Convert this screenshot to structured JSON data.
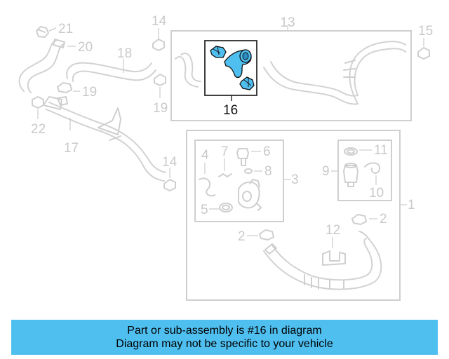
{
  "diagram": {
    "highlight_color": "#4fbff0",
    "highlighted_part": "16",
    "callouts": {
      "c1": "1",
      "c2a": "2",
      "c2b": "2",
      "c3": "3",
      "c4": "4",
      "c5": "5",
      "c6": "6",
      "c7": "7",
      "c8": "8",
      "c9": "9",
      "c10": "10",
      "c11": "11",
      "c12": "12",
      "c13": "13",
      "c14a": "14",
      "c14b": "14",
      "c15": "15",
      "c16": "16",
      "c17": "17",
      "c18": "18",
      "c19a": "19",
      "c19b": "19",
      "c20": "20",
      "c21": "21",
      "c22": "22"
    }
  },
  "banner": {
    "line1": "Part or sub-assembly is #16 in diagram",
    "line2": "Diagram may not be specific to your vehicle",
    "color": "#4fbff0"
  }
}
